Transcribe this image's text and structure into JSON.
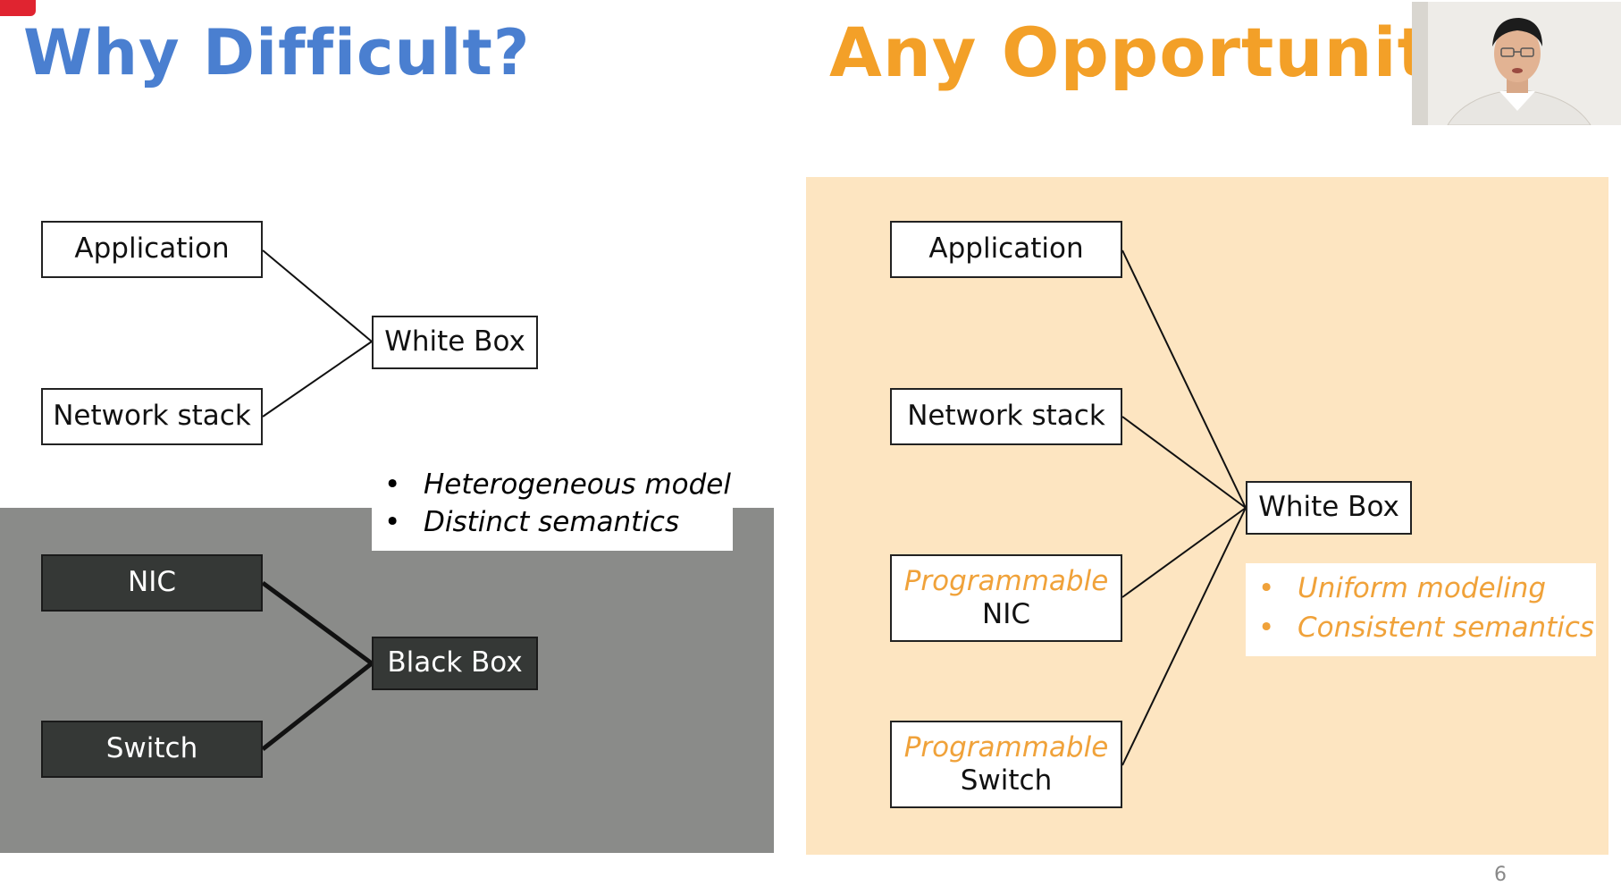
{
  "titles": {
    "left": "Why Difficult?",
    "right": "Any Opportunity?"
  },
  "left_diagram": {
    "top": {
      "nodes": [
        "Application",
        "Network stack"
      ],
      "target": "White Box"
    },
    "notes": [
      "Heterogeneous model",
      "Distinct semantics"
    ],
    "bottom": {
      "nodes": [
        "NIC",
        "Switch"
      ],
      "target": "Black Box"
    }
  },
  "right_diagram": {
    "nodes": [
      {
        "label": "Application"
      },
      {
        "label": "Network stack"
      },
      {
        "prefix": "Programmable",
        "label": "NIC"
      },
      {
        "prefix": "Programmable",
        "label": "Switch"
      }
    ],
    "target": "White Box",
    "notes": [
      "Uniform modeling",
      "Consistent semantics"
    ]
  },
  "bullet": "•",
  "page_number": "6",
  "recording_badge": "",
  "colors": {
    "left_title": "#4a7fd0",
    "right_title": "#f3a028",
    "gray_panel": "#8a8b89",
    "peach_panel": "#fde5c1",
    "dark_box": "#353836",
    "accent_orange": "#f0a23a"
  },
  "webcam": {
    "icon": "presenter-video-feed"
  }
}
